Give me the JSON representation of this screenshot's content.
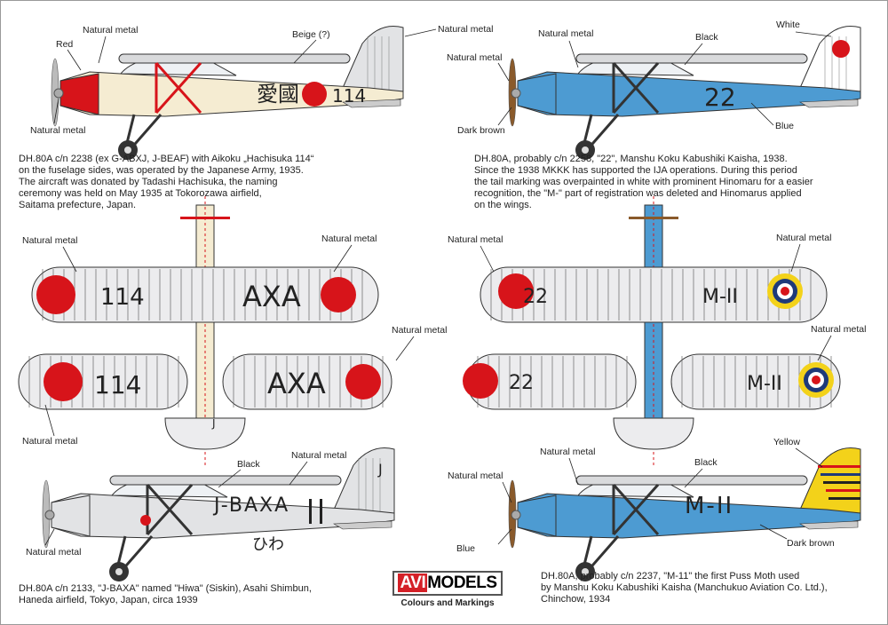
{
  "colors": {
    "red": "#d7141a",
    "beige": "#f5ecd2",
    "metal": "#e2e3e5",
    "blue": "#4d9bd2",
    "yellow": "#f3d21a",
    "brown": "#8a5a2b",
    "black": "#222222",
    "navy": "#1e3a7a"
  },
  "panel1": {
    "labels": [
      "Red",
      "Natural metal",
      "Beige (?)",
      "Natural metal",
      "Natural metal"
    ],
    "fuselage_kanji": "愛國",
    "fuselage_number": "114",
    "caption": [
      "DH.80A c/n 2238 (ex G-ABXJ, J-BEAF) with Aikoku „Hachisuka 114“",
      "on the fuselage sides, was operated by the Japanese Army, 1935.",
      "The aircraft was donated by Tadashi Hachisuka,  the naming",
      "ceremony was held on May 1935 at Tokorozawa airfield,",
      "Saitama prefecture, Japan."
    ]
  },
  "panel2": {
    "labels": [
      "Natural metal",
      "White",
      "Natural metal",
      "Black",
      "Dark brown",
      "Blue"
    ],
    "fuselage_number": "22",
    "caption": [
      "DH.80A, probably c/n 2258, \"22\", Manshu Koku Kabushiki Kaisha, 1938.",
      "Since the 1938 MKKK has supported the IJA operations. During this period",
      "the tail marking was overpainted in white with prominent Hinomaru for a easier",
      "recognition, the \"M-\" part of registration was deleted and Hinomarus applied",
      "on the wings."
    ]
  },
  "wings_left": {
    "labels": [
      "Natural metal",
      "Natural metal",
      "Natural metal",
      "Natural metal"
    ],
    "upper_left": "114",
    "upper_right": "AXA",
    "lower_left": "114",
    "lower_right": "AXA",
    "tail": "J"
  },
  "wings_right": {
    "labels": [
      "Natural metal",
      "Natural metal",
      "Natural metal"
    ],
    "upper_left": "22",
    "upper_right": "M-II",
    "lower_left": "22",
    "lower_right": "M-II"
  },
  "panel3": {
    "labels": [
      "Black",
      "Natural metal",
      "Natural metal"
    ],
    "registration": "J-BAXA",
    "tail": "J",
    "name_kana": "ひわ",
    "caption": [
      "DH.80A c/n 2133, \"J-BAXA\" named \"Hiwa\" (Siskin), Asahi Shimbun,",
      "Haneda airfield, Tokyo, Japan, circa 1939"
    ]
  },
  "panel4": {
    "labels": [
      "Natural metal",
      "Natural metal",
      "Black",
      "Yellow",
      "Dark brown",
      "Blue"
    ],
    "registration": "M-II",
    "caption": [
      "DH.80A, probably c/n 2237, \"M-11\" the first  Puss Moth used",
      "by Manshu Koku Kabushiki Kaisha (Manchukuo Aviation Co. Ltd.),",
      "Chinchow, 1934"
    ]
  },
  "logo": {
    "avi": "AVI",
    "models": "MODELS",
    "subtitle": "Colours and Markings"
  }
}
